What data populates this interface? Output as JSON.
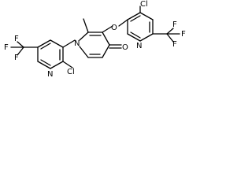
{
  "molecule": {
    "labels": {
      "f": "F",
      "cl": "Cl",
      "n": "N",
      "o": "O"
    }
  }
}
